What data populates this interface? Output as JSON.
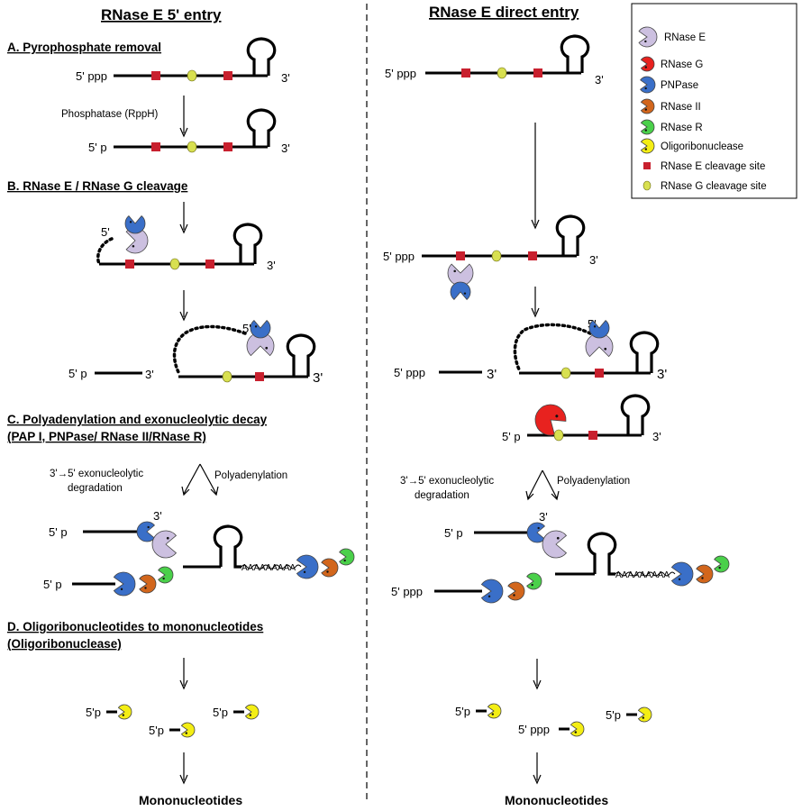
{
  "left_panel": {
    "title": "RNase E 5' entry",
    "section_a": "A. Pyrophosphate removal",
    "section_b": "B. RNase E / RNase G cleavage",
    "section_c_line1": "C. Polyadenylation and exonucleolytic decay",
    "section_c_line2": "(PAP I, PNPase/ RNase II/RNase R)",
    "section_d_line1": "D. Oligoribonucleotides to mononucleotides",
    "section_d_line2": "(Oligoribonuclease)",
    "phosphatase_label": "Phosphatase (RppH)",
    "exo_label_line1": "3'→5' exonucleolytic",
    "exo_label_line2": "degradation",
    "polyA_label": "Polyadenylation",
    "polyA_tail": "AAAAAAAAA",
    "end_5ppp": "5' ppp",
    "end_5p": "5' p",
    "end_3": "3'",
    "end_5": "5'",
    "end_5p_compact": "5'p",
    "final_label": "Mononucleotides"
  },
  "right_panel": {
    "title": "RNase E direct entry",
    "exo_label_line1": "3'→5' exonucleolytic",
    "exo_label_line2": "degradation",
    "polyA_label": "Polyadenylation",
    "polyA_tail": "AAAAAAAAA",
    "end_5ppp": "5' ppp",
    "end_5p": "5' p",
    "end_3": "3'",
    "end_5": "5'",
    "end_5p_compact": "5'p",
    "final_label": "Mononucleotides"
  },
  "legend": {
    "items": [
      {
        "label": "RNase E",
        "icon": "rnase-e-icon",
        "color": "#ccc0e0"
      },
      {
        "label": "RNase G",
        "icon": "rnase-g-icon",
        "color": "#e8221f"
      },
      {
        "label": "PNPase",
        "icon": "pnpase-icon",
        "color": "#3a6fc8"
      },
      {
        "label": "RNase II",
        "icon": "rnase-ii-icon",
        "color": "#d2661c"
      },
      {
        "label": "RNase R",
        "icon": "rnase-r-icon",
        "color": "#4ad04a"
      },
      {
        "label": "Oligoribonuclease",
        "icon": "oligoribonuclease-icon",
        "color": "#f4ee14"
      },
      {
        "label": "RNase E cleavage site",
        "icon": "red-square-icon",
        "color": "#c8202e"
      },
      {
        "label": "RNase G cleavage site",
        "icon": "yellow-oval-icon",
        "color": "#d8e050"
      }
    ]
  },
  "colors": {
    "rnase_e": "#ccc0e0",
    "rnase_g": "#e8221f",
    "pnpase": "#3a6fc8",
    "rnase_ii": "#d2661c",
    "rnase_r": "#4ad04a",
    "oligoribonuclease": "#f4ee14",
    "e_site": "#c8202e",
    "g_site": "#d8e050"
  }
}
